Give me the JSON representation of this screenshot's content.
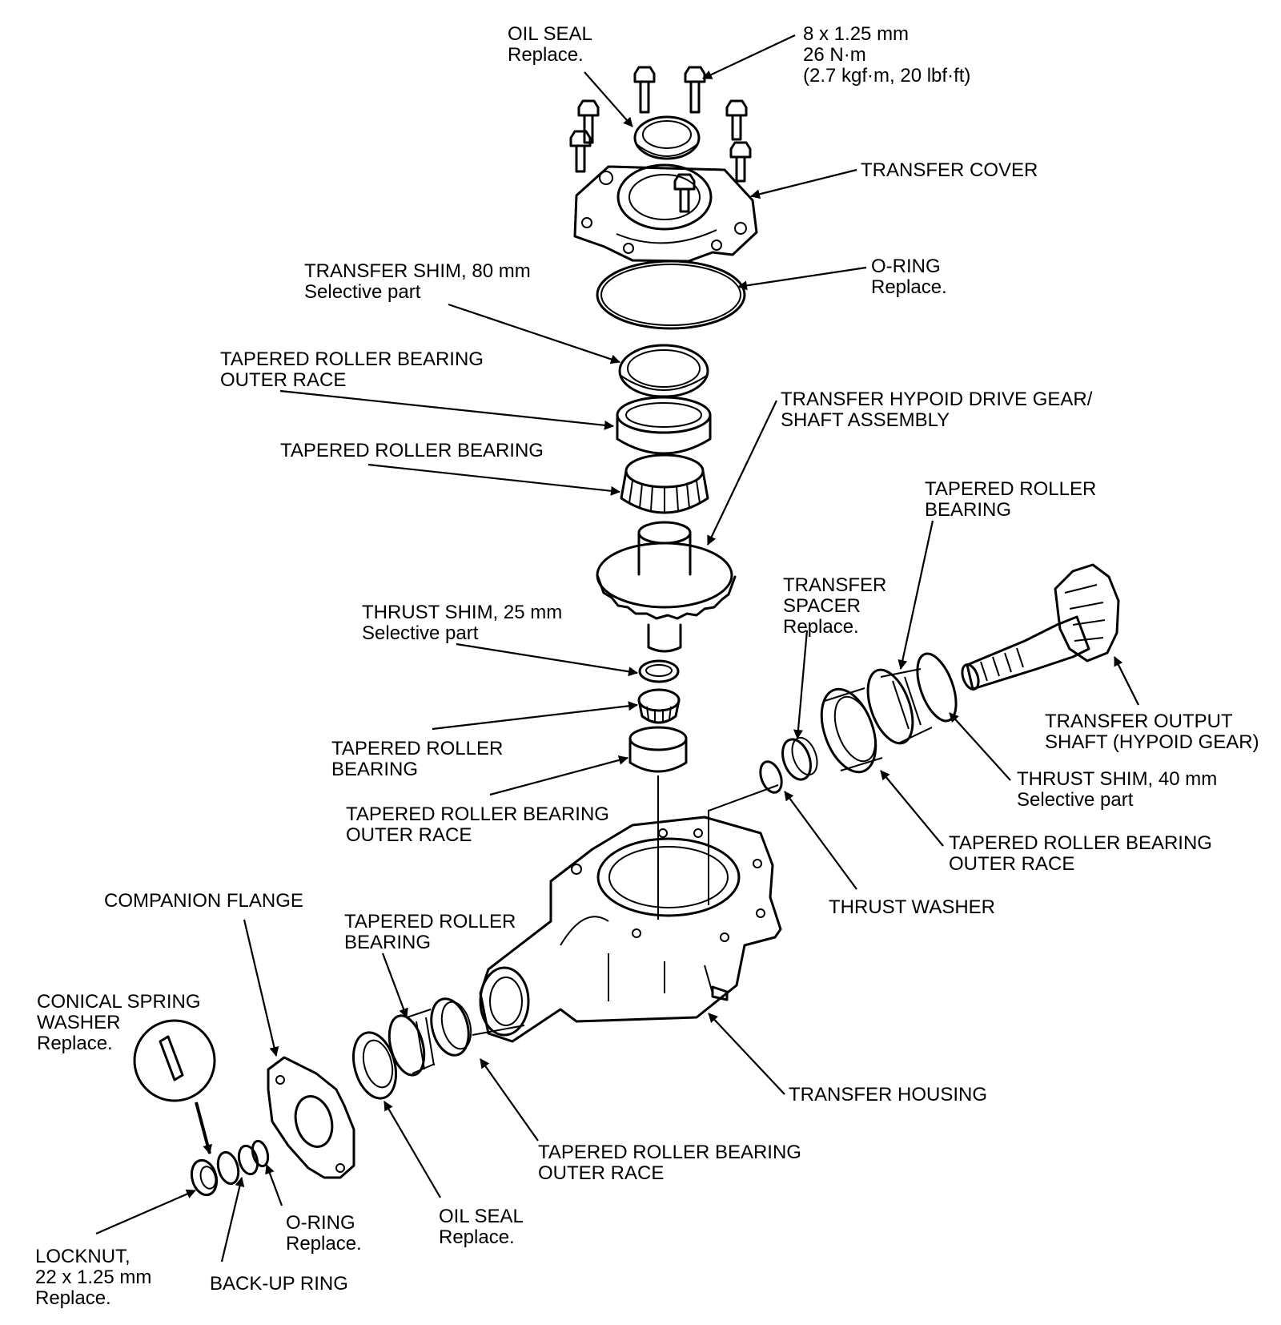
{
  "labels": {
    "bolt_spec": [
      "8 x 1.25 mm",
      "26 N·m",
      "(2.7 kgf·m, 20 lbf·ft)"
    ],
    "oil_seal_top": [
      "OIL SEAL",
      "Replace."
    ],
    "transfer_cover": [
      "TRANSFER COVER"
    ],
    "o_ring_top": [
      "O-RING",
      "Replace."
    ],
    "transfer_shim": [
      "TRANSFER SHIM, 80 mm",
      "Selective part"
    ],
    "outer_race_upper": [
      "TAPERED ROLLER BEARING",
      "OUTER RACE"
    ],
    "bearing_upper": [
      "TAPERED ROLLER BEARING"
    ],
    "hypoid_drive_gear": [
      "TRANSFER HYPOID DRIVE GEAR/",
      "SHAFT ASSEMBLY"
    ],
    "thrust_shim_25": [
      "THRUST SHIM, 25 mm",
      "Selective part"
    ],
    "bearing_mid": [
      "TAPERED ROLLER",
      "BEARING"
    ],
    "outer_race_mid": [
      "TAPERED ROLLER BEARING",
      "OUTER RACE"
    ],
    "bearing_right": [
      "TAPERED ROLLER",
      "BEARING"
    ],
    "transfer_spacer": [
      "TRANSFER",
      "SPACER",
      "Replace."
    ],
    "output_shaft": [
      "TRANSFER OUTPUT",
      "SHAFT (HYPOID GEAR)"
    ],
    "thrust_shim_40": [
      "THRUST SHIM, 40 mm",
      "Selective part"
    ],
    "outer_race_right": [
      "TAPERED ROLLER BEARING",
      "OUTER RACE"
    ],
    "thrust_washer": [
      "THRUST WASHER"
    ],
    "companion_flange": [
      "COMPANION FLANGE"
    ],
    "bearing_lower": [
      "TAPERED ROLLER",
      "BEARING"
    ],
    "conical_washer": [
      "CONICAL SPRING",
      "WASHER",
      "Replace."
    ],
    "transfer_housing": [
      "TRANSFER HOUSING"
    ],
    "outer_race_lower": [
      "TAPERED ROLLER BEARING",
      "OUTER RACE"
    ],
    "o_ring_bottom": [
      "O-RING",
      "Replace."
    ],
    "oil_seal_bottom": [
      "OIL SEAL",
      "Replace."
    ],
    "locknut": [
      "LOCKNUT,",
      "22 x 1.25 mm",
      "Replace."
    ],
    "backup_ring": [
      "BACK-UP RING"
    ]
  }
}
